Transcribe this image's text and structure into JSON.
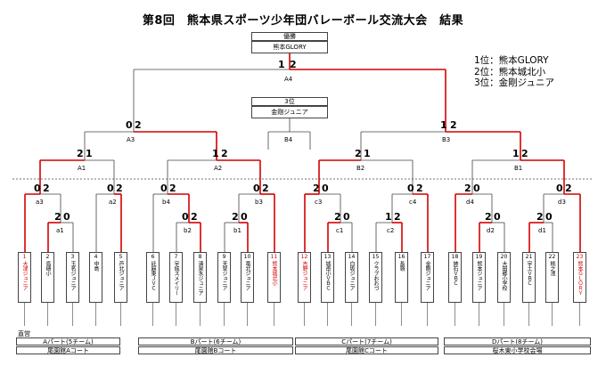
{
  "title": "第8回　熊本県スポーツ少年団バレーボール交流大会　結果",
  "results": [
    "1位：熊本GLORY",
    "2位：熊本城北小",
    "3位：金剛ジュニア"
  ],
  "final": {
    "header": "優勝",
    "winner": "熊本GLORY",
    "label": "A4",
    "score_left": "1",
    "score_right": "2"
  },
  "third": {
    "header": "3位",
    "winner": "金剛ジュニア",
    "label": "B4"
  },
  "colors": {
    "win": "#d40000",
    "line": "#444444"
  },
  "nodes": [
    {
      "id": "A3",
      "label": "A3"
    },
    {
      "id": "B3",
      "label": "B3"
    },
    {
      "id": "A1",
      "label": "A1"
    },
    {
      "id": "A2",
      "label": "A2"
    },
    {
      "id": "B2",
      "label": "B2"
    },
    {
      "id": "B1",
      "label": "B1"
    },
    {
      "id": "a3",
      "label": "a3"
    },
    {
      "id": "a2",
      "label": "a2"
    },
    {
      "id": "a1",
      "label": "a1"
    },
    {
      "id": "b4",
      "label": "b4"
    },
    {
      "id": "b3",
      "label": "b3"
    },
    {
      "id": "b2",
      "label": "b2"
    },
    {
      "id": "b1",
      "label": "b1"
    },
    {
      "id": "c3",
      "label": "c3"
    },
    {
      "id": "c4",
      "label": "c4"
    },
    {
      "id": "c1",
      "label": "c1"
    },
    {
      "id": "c2",
      "label": "c2"
    },
    {
      "id": "d4",
      "label": "d4"
    },
    {
      "id": "d3",
      "label": "d3"
    },
    {
      "id": "d2",
      "label": "d2"
    },
    {
      "id": "d1",
      "label": "d1"
    }
  ],
  "scores": [
    {
      "l": "0",
      "r": "2"
    },
    {
      "l": "1",
      "r": "2"
    },
    {
      "l": "2",
      "r": "1"
    },
    {
      "l": "1",
      "r": "2"
    },
    {
      "l": "2",
      "r": "1"
    },
    {
      "l": "1",
      "r": "2"
    },
    {
      "l": "0",
      "r": "2"
    },
    {
      "l": "0",
      "r": "2"
    },
    {
      "l": "0",
      "r": "2"
    },
    {
      "l": "0",
      "r": "2"
    },
    {
      "l": "2",
      "r": "0"
    },
    {
      "l": "0",
      "r": "2"
    },
    {
      "l": "2",
      "r": "0"
    },
    {
      "l": "0",
      "r": "2"
    },
    {
      "l": "2",
      "r": "0"
    },
    {
      "l": "0",
      "r": "2"
    },
    {
      "l": "2",
      "r": "0"
    },
    {
      "l": "2",
      "r": "0"
    },
    {
      "l": "1",
      "r": "2"
    },
    {
      "l": "2",
      "r": "0"
    },
    {
      "l": "2",
      "r": "0"
    }
  ],
  "teams": [
    {
      "n": "1",
      "name": "大津ジュニア",
      "win": true
    },
    {
      "n": "2",
      "name": "島崎小",
      "win": false
    },
    {
      "n": "3",
      "name": "玉名ジュニア",
      "win": false
    },
    {
      "n": "4",
      "name": "中島",
      "win": false
    },
    {
      "n": "5",
      "name": "芦北ジュニア",
      "win": false
    },
    {
      "n": "6",
      "name": "託麻東ＪＶＣ",
      "win": false
    },
    {
      "n": "7",
      "name": "宇城スメイリー",
      "win": false
    },
    {
      "n": "8",
      "name": "清泉水ジュニア",
      "win": false
    },
    {
      "n": "9",
      "name": "天草ジュニア",
      "win": false
    },
    {
      "n": "10",
      "name": "竜北ジュニア",
      "win": false
    },
    {
      "n": "11",
      "name": "熊本城北小",
      "win": true
    },
    {
      "n": "12",
      "name": "吉野ジュニア",
      "win": true
    },
    {
      "n": "13",
      "name": "城南小ＶＢＣ",
      "win": false
    },
    {
      "n": "14",
      "name": "白坂ジュニア",
      "win": false
    },
    {
      "n": "15",
      "name": "クラブおおづ",
      "win": false
    },
    {
      "n": "16",
      "name": "長嶺",
      "win": false
    },
    {
      "n": "17",
      "name": "金剛ジュニア",
      "win": false
    },
    {
      "n": "18",
      "name": "姉石ＶＢＣ",
      "win": false
    },
    {
      "n": "19",
      "name": "熊本ジュニア",
      "win": false
    },
    {
      "n": "20",
      "name": "大田郷小学校",
      "win": false
    },
    {
      "n": "21",
      "name": "宇土ＶＢＣ",
      "win": false
    },
    {
      "n": "22",
      "name": "桃之池",
      "win": false
    },
    {
      "n": "23",
      "name": "熊本ＧＬＯＲＹ",
      "win": true
    }
  ],
  "footer": {
    "note": "直営",
    "parts": [
      "Aパート(5チーム)",
      "Bパート(6チーム)",
      "Cパート(7チーム)",
      "Dパート(8チーム)"
    ],
    "courts": [
      "尾園館Aコート",
      "尾園館Bコート",
      "尾園館Cコート",
      "桜木東小学校会場"
    ]
  }
}
